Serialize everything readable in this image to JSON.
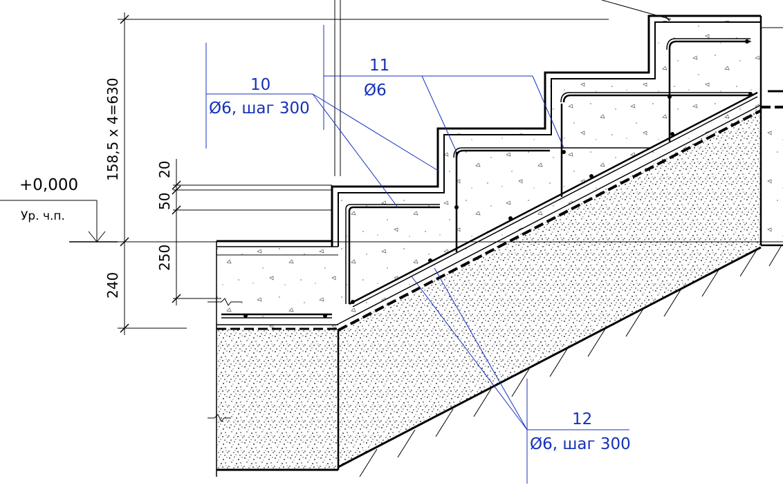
{
  "level": {
    "value": "+0,000",
    "label": "Ур. ч.п."
  },
  "dimensions": {
    "steps": "158,5 x 4=630",
    "d20": "20",
    "d50": "50",
    "d250": "250",
    "d240": "240"
  },
  "callouts": [
    {
      "number": "10",
      "spec": "Ø6, шаг 300"
    },
    {
      "number": "11",
      "spec": "Ø6"
    },
    {
      "number": "12",
      "spec": "Ø6, шаг 300"
    }
  ],
  "colors": {
    "callout": "#1530b8",
    "line": "#000000"
  }
}
